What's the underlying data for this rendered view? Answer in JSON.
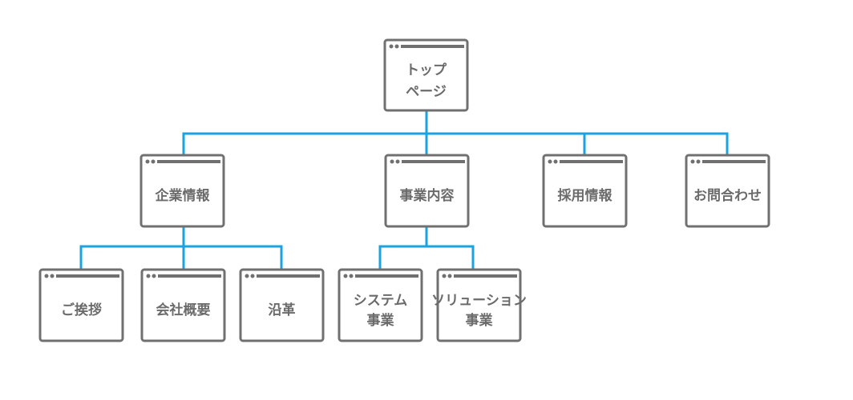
{
  "nodes": {
    "top": {
      "line1": "トップ",
      "line2": "ページ",
      "icon": "browser-window-icon"
    },
    "company": {
      "line1": "企業情報",
      "icon": "browser-window-icon"
    },
    "business": {
      "line1": "事業内容",
      "icon": "browser-window-icon"
    },
    "recruit": {
      "line1": "採用情報",
      "icon": "browser-window-icon"
    },
    "contact": {
      "line1": "お問合わせ",
      "icon": "browser-window-icon"
    },
    "greeting": {
      "line1": "ご挨拶",
      "icon": "browser-window-icon"
    },
    "overview": {
      "line1": "会社概要",
      "icon": "browser-window-icon"
    },
    "history": {
      "line1": "沿革",
      "icon": "browser-window-icon"
    },
    "system": {
      "line1": "システム",
      "line2": "事業",
      "icon": "browser-window-icon"
    },
    "solution": {
      "line1": "ソリューション",
      "line2": "事業",
      "icon": "browser-window-icon"
    }
  },
  "colors": {
    "connector": "#1aa3e0",
    "frame": "#707070",
    "text": "#6b6b6b"
  }
}
